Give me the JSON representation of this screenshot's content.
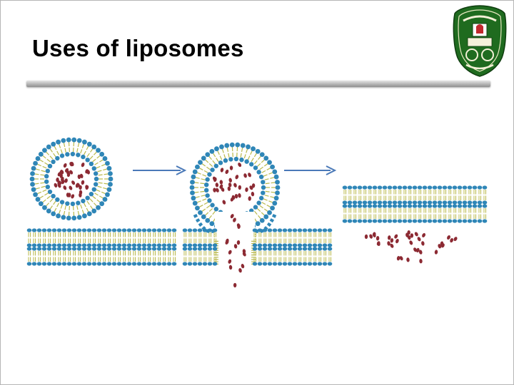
{
  "slide": {
    "title": "Uses of liposomes"
  },
  "logo": {
    "icon": "university-crest-icon",
    "color": "#1f6b1f"
  },
  "figure": {
    "stages": [
      "liposome-approaching-membrane",
      "liposome-fusing-with-membrane",
      "contents-released-after-fusion"
    ],
    "colors": {
      "head_blue": "#2f86b7",
      "tail_yellow": "#b9b84a",
      "drug_red": "#8c2a33",
      "arrow_blue": "#4a79b8"
    }
  }
}
